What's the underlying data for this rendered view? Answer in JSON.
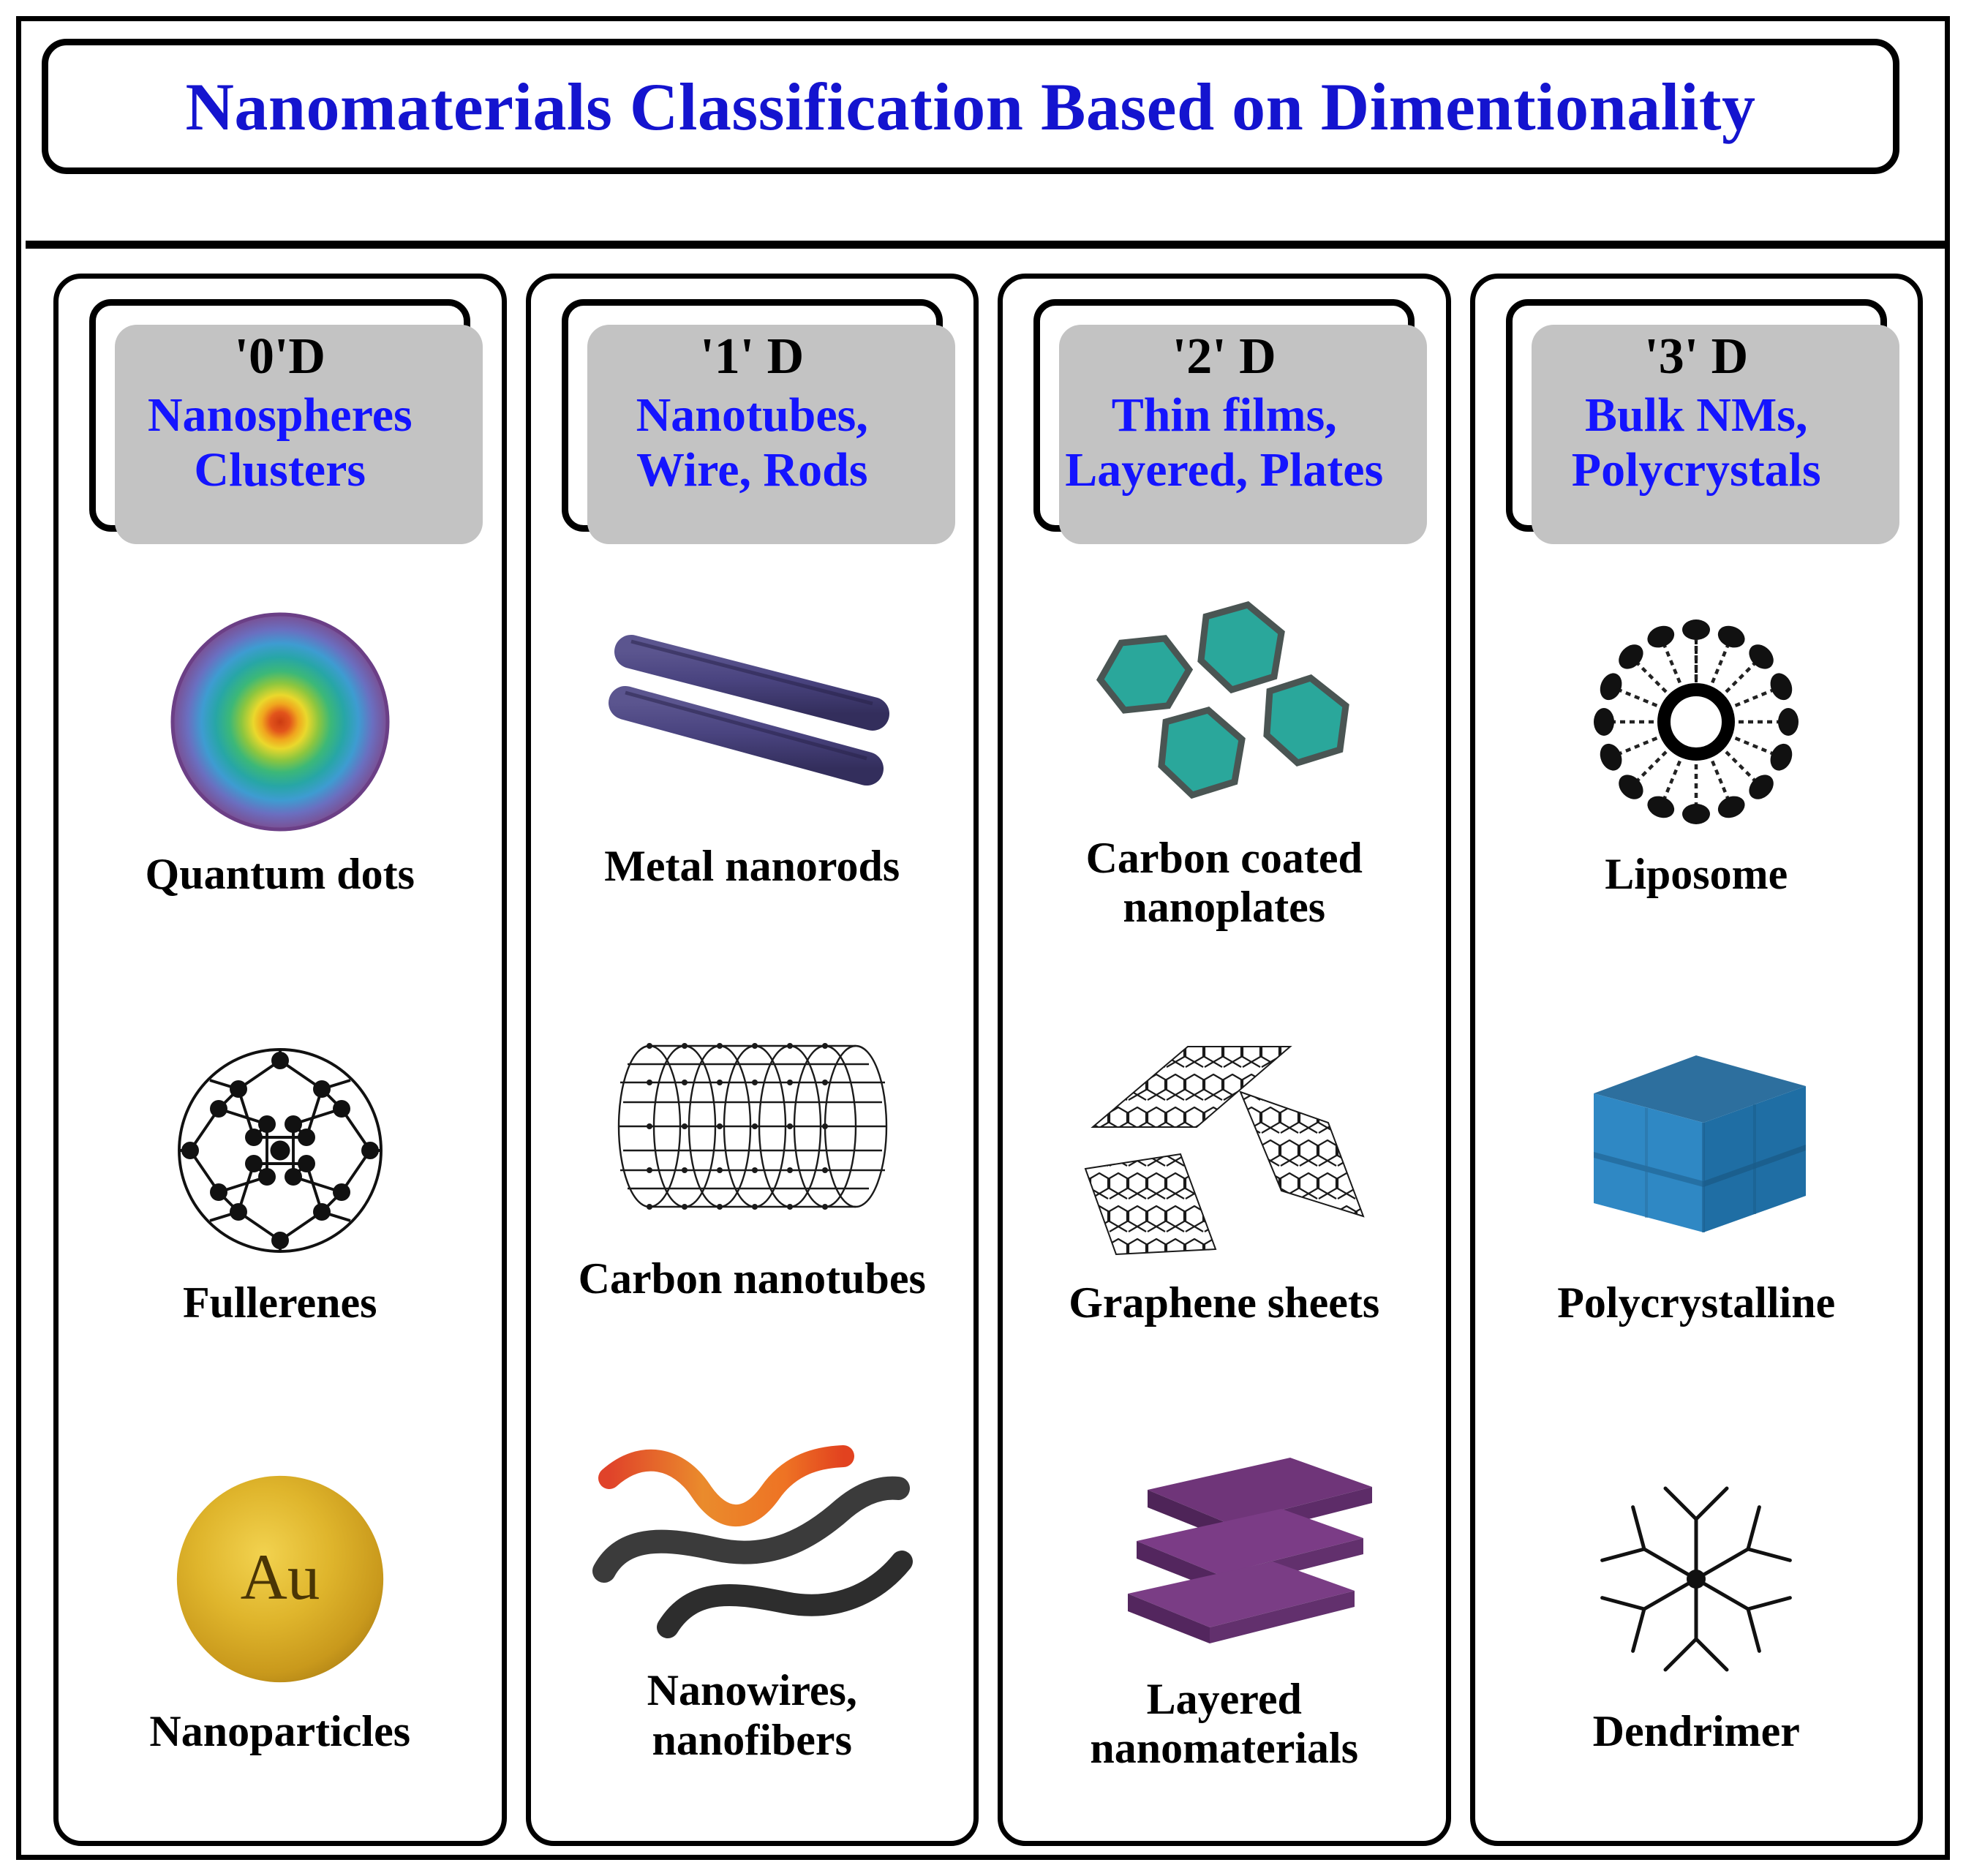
{
  "title": "Nanomaterials Classification Based on Dimentionality",
  "colors": {
    "title_blue": "#1414cf",
    "header_blue": "#1414ff",
    "label_black": "#000000",
    "nanorod_purple": "#464079",
    "nanoplate_teal": "#2aa79b",
    "polycrystal_blue": "#1f7dbc",
    "layered_purple": "#7a3d85",
    "gold": "#d9b22a",
    "nanowire_orange": "#e8622a",
    "nanowire_dark": "#3a3a3a"
  },
  "columns": [
    {
      "dimension": "'0'D",
      "subtitle": "Nanospheres\nClusters",
      "items": [
        {
          "label": "Quantum  dots",
          "icon": "quantum-dot-sphere-icon"
        },
        {
          "label": "Fullerenes",
          "icon": "fullerene-buckyball-icon"
        },
        {
          "label": "Nanoparticles",
          "icon": "gold-nanoparticle-icon",
          "symbol": "Au"
        }
      ]
    },
    {
      "dimension": "'1' D",
      "subtitle": "Nanotubes,\nWire, Rods",
      "items": [
        {
          "label": "Metal nanorods",
          "icon": "metal-nanorods-icon"
        },
        {
          "label": "Carbon nanotubes",
          "icon": "carbon-nanotube-icon"
        },
        {
          "label": "Nanowires,\nnanofibers",
          "icon": "nanowires-icon"
        }
      ]
    },
    {
      "dimension": "'2' D",
      "subtitle": "Thin films,\nLayered, Plates",
      "items": [
        {
          "label": "Carbon coated\nnanoplates",
          "icon": "hexagonal-nanoplates-icon"
        },
        {
          "label": "Graphene sheets",
          "icon": "graphene-sheets-icon"
        },
        {
          "label": "Layered\nnanomaterials",
          "icon": "layered-stack-icon"
        }
      ]
    },
    {
      "dimension": "'3' D",
      "subtitle": "Bulk NMs,\nPolycrystals",
      "items": [
        {
          "label": "Liposome",
          "icon": "liposome-icon"
        },
        {
          "label": "Polycrystalline",
          "icon": "polycrystalline-cube-icon"
        },
        {
          "label": "Dendrimer",
          "icon": "dendrimer-icon"
        }
      ]
    }
  ]
}
